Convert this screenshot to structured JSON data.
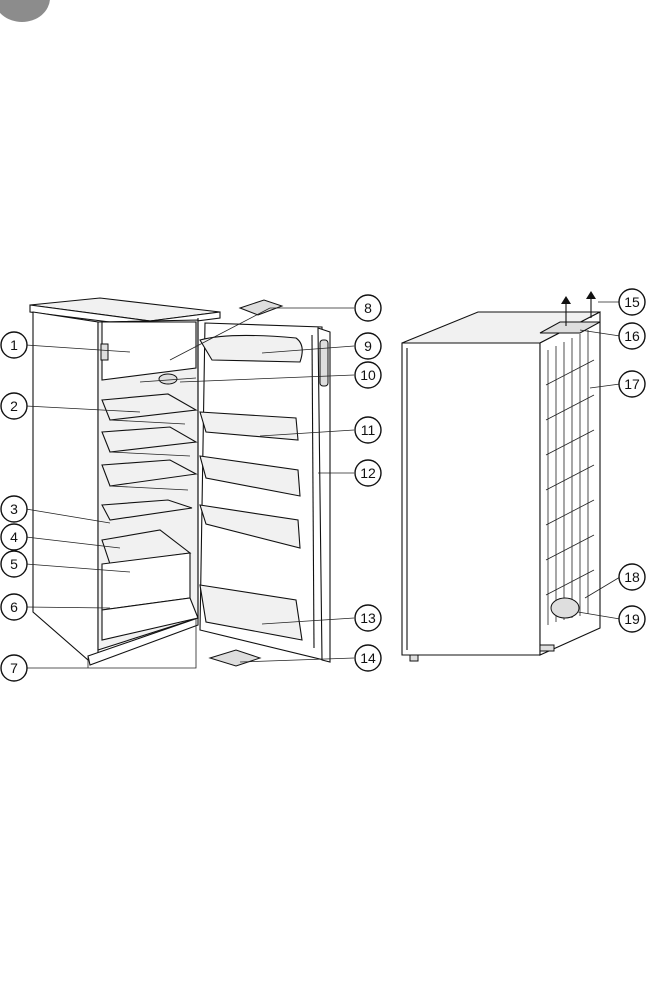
{
  "callouts": [
    {
      "id": "1",
      "label": "1"
    },
    {
      "id": "2",
      "label": "2"
    },
    {
      "id": "3",
      "label": "3"
    },
    {
      "id": "4",
      "label": "4"
    },
    {
      "id": "5",
      "label": "5"
    },
    {
      "id": "6",
      "label": "6"
    },
    {
      "id": "7",
      "label": "7"
    },
    {
      "id": "8",
      "label": "8"
    },
    {
      "id": "9",
      "label": "9"
    },
    {
      "id": "10",
      "label": "10"
    },
    {
      "id": "11",
      "label": "11"
    },
    {
      "id": "12",
      "label": "12"
    },
    {
      "id": "13",
      "label": "13"
    },
    {
      "id": "14",
      "label": "14"
    },
    {
      "id": "15",
      "label": "15"
    },
    {
      "id": "16",
      "label": "16"
    },
    {
      "id": "17",
      "label": "17"
    },
    {
      "id": "18",
      "label": "18"
    },
    {
      "id": "19",
      "label": "19"
    }
  ],
  "colors": {
    "marker": "#8c8c8c",
    "line": "#111111"
  }
}
